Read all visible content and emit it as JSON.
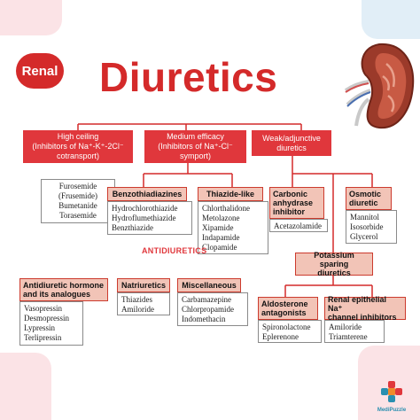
{
  "badge": "Renal",
  "title": "Diuretics",
  "diuretics": {
    "high_ceiling": {
      "lines": [
        "High ceiling",
        "(Inhibitors of Na⁺-K⁺-2Cl⁻",
        "cotransport)"
      ],
      "drugs": [
        "Furosemide",
        "(Frusemide)",
        "Bumetanide",
        "Torasemide"
      ]
    },
    "medium_efficacy": {
      "lines": [
        "Medium efficacy",
        "(Inhibitors of Na⁺-Cl⁻",
        "symport)"
      ]
    },
    "weak": {
      "lines": [
        "Weak/adjunctive",
        "diuretics"
      ]
    },
    "benzothiadiazines": {
      "label": "Benzothiadiazines",
      "drugs": [
        "Hydrochlorothiazide",
        "Hydroflumethiazide",
        "Benzthiazide"
      ]
    },
    "thiazide_like": {
      "label": "Thiazide-like",
      "drugs": [
        "Chlorthalidone",
        "Metolazone",
        "Xipamide",
        "Indapamide",
        "Clopamide"
      ]
    },
    "carbonic": {
      "lines": [
        "Carbonic",
        "anhydrase",
        "inhibitor"
      ],
      "drugs": [
        "Acetazolamide"
      ]
    },
    "osmotic": {
      "lines": [
        "Osmotic",
        "diuretic"
      ],
      "drugs": [
        "Mannitol",
        "Isosorbide",
        "Glycerol"
      ]
    },
    "potassium": {
      "lines": [
        "Potassium sparing",
        "diuretics"
      ]
    },
    "aldosterone": {
      "lines": [
        "Aldosterone",
        "antagonists"
      ],
      "drugs": [
        "Spironolactone",
        "Eplerenone"
      ]
    },
    "renal_epithelial": {
      "lines": [
        "Renal epithelial Na⁺",
        "channel inhibitors"
      ],
      "drugs": [
        "Amiloride",
        "Triamterene"
      ]
    }
  },
  "antidiuretics": {
    "heading": "ANTIDIURETICS",
    "adh": {
      "lines": [
        "Antidiuretic hormone",
        "and its analogues"
      ],
      "drugs": [
        "Vasopressin",
        "Desmopressin",
        "Lypressin",
        "Terlipressin"
      ]
    },
    "natriuretics": {
      "label": "Natriuretics",
      "drugs": [
        "Thiazides",
        "Amiloride"
      ]
    },
    "misc": {
      "label": "Miscellaneous",
      "drugs": [
        "Carbamazepine",
        "Chlorpropamide",
        "Indomethacin"
      ]
    }
  },
  "logo": "MediPuzzle",
  "colors": {
    "accent": "#d42a2a",
    "header_box": "#e0373c",
    "sub_box": "#f2c4b7"
  }
}
